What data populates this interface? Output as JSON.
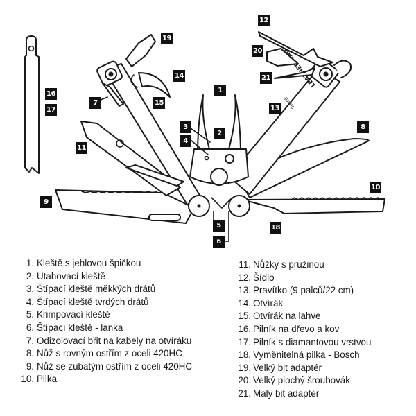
{
  "title": "Leatherman Surge – popis nástrojů",
  "brand_text": "LEATHERMAN",
  "model_text": "SURGE",
  "callouts": [
    "1",
    "2",
    "3",
    "4",
    "5",
    "6",
    "7",
    "8",
    "9",
    "10",
    "11",
    "12",
    "13",
    "14",
    "15",
    "16",
    "17",
    "18",
    "19",
    "20",
    "21"
  ],
  "legend_left": [
    {
      "num": "1.",
      "label": "Kleště s jehlovou špičkou"
    },
    {
      "num": "2.",
      "label": "Utahovací kleště"
    },
    {
      "num": "3.",
      "label": "Štípací kleště měkkých drátů"
    },
    {
      "num": "4.",
      "label": "Štípací kleště tvrdých drátů"
    },
    {
      "num": "5.",
      "label": "Krimpovací kleště"
    },
    {
      "num": "6.",
      "label": "Štípací kleště - lanka"
    },
    {
      "num": "7.",
      "label": "Odizolovací břit na kabely na otvíráku"
    },
    {
      "num": "8.",
      "label": "Nůž s rovným ostřím z oceli 420HC"
    },
    {
      "num": "9.",
      "label": "Nůž se zubatým ostřím z oceli 420HC"
    },
    {
      "num": "10.",
      "label": "Pilka"
    }
  ],
  "legend_right": [
    {
      "num": "11.",
      "label": "Nůžky s pružinou"
    },
    {
      "num": "12.",
      "label": "Šídlo"
    },
    {
      "num": "13.",
      "label": "Pravítko (9 palců/22 cm)"
    },
    {
      "num": "14.",
      "label": "Otvírák"
    },
    {
      "num": "15.",
      "label": "Otvírák na lahve"
    },
    {
      "num": "16.",
      "label": "Pilník na dřevo a kov"
    },
    {
      "num": "17.",
      "label": "Pilník s diamantovou vrstvou"
    },
    {
      "num": "18.",
      "label": "Vyměnitelná pilka - Bosch"
    },
    {
      "num": "19.",
      "label": "Velký bit adaptér"
    },
    {
      "num": "20.",
      "label": "Velký plochý šroubovák"
    },
    {
      "num": "21.",
      "label": "Malý bit adaptér"
    }
  ]
}
